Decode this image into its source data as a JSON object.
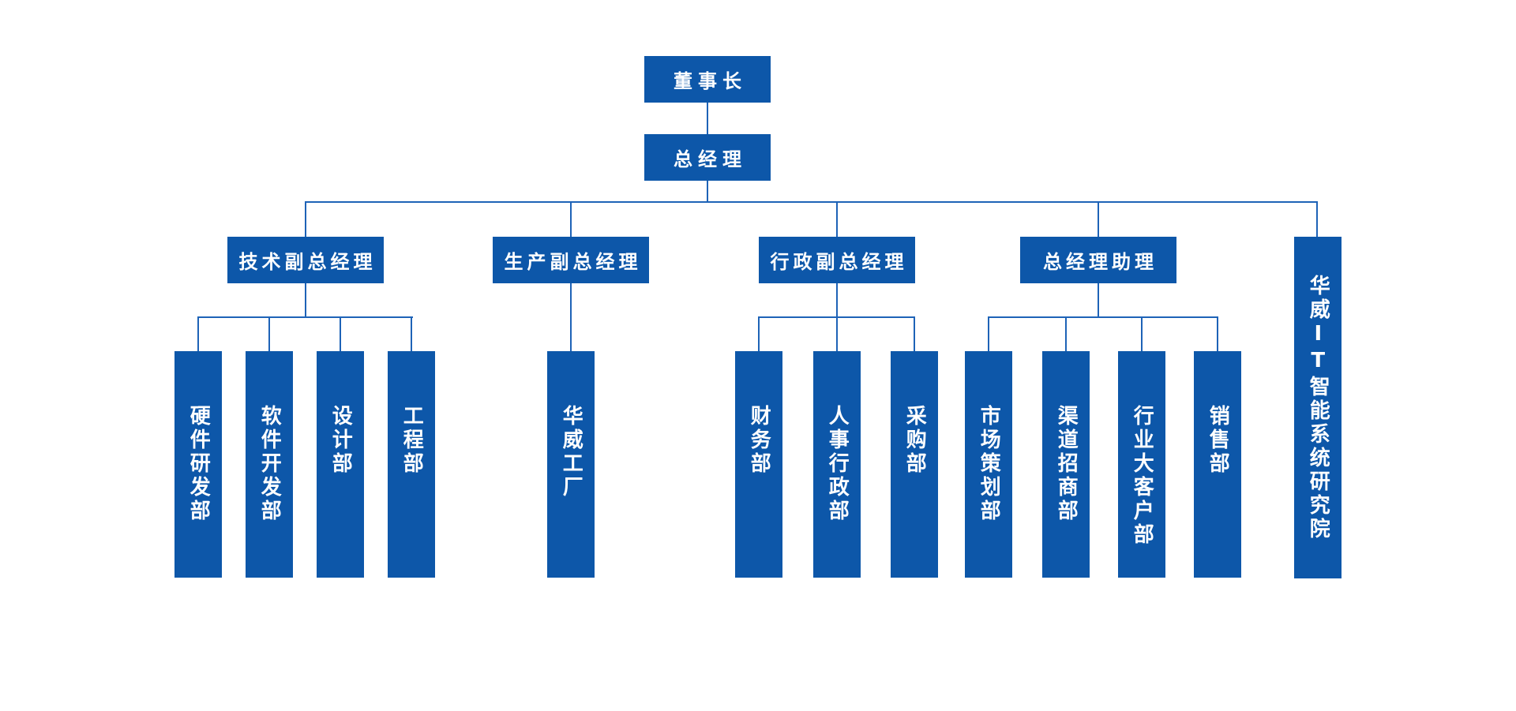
{
  "colors": {
    "background": "#ffffff",
    "node_fill": "#0d57a9",
    "node_text": "#ffffff",
    "connector": "#1e63b7"
  },
  "org": {
    "chairman": "董事长",
    "general_manager": "总经理",
    "tech_vp": "技术副总经理",
    "production_vp": "生产副总经理",
    "admin_vp": "行政副总经理",
    "gm_assistant": "总经理助理",
    "institute": "华威IT智能系统研究院",
    "tech_depts": [
      "硬件研发部",
      "软件开发部",
      "设计部",
      "工程部"
    ],
    "production_depts": [
      "华威工厂"
    ],
    "admin_depts": [
      "财务部",
      "人事行政部",
      "采购部"
    ],
    "assistant_depts": [
      "市场策划部",
      "渠道招商部",
      "行业大客户部",
      "销售部"
    ]
  }
}
